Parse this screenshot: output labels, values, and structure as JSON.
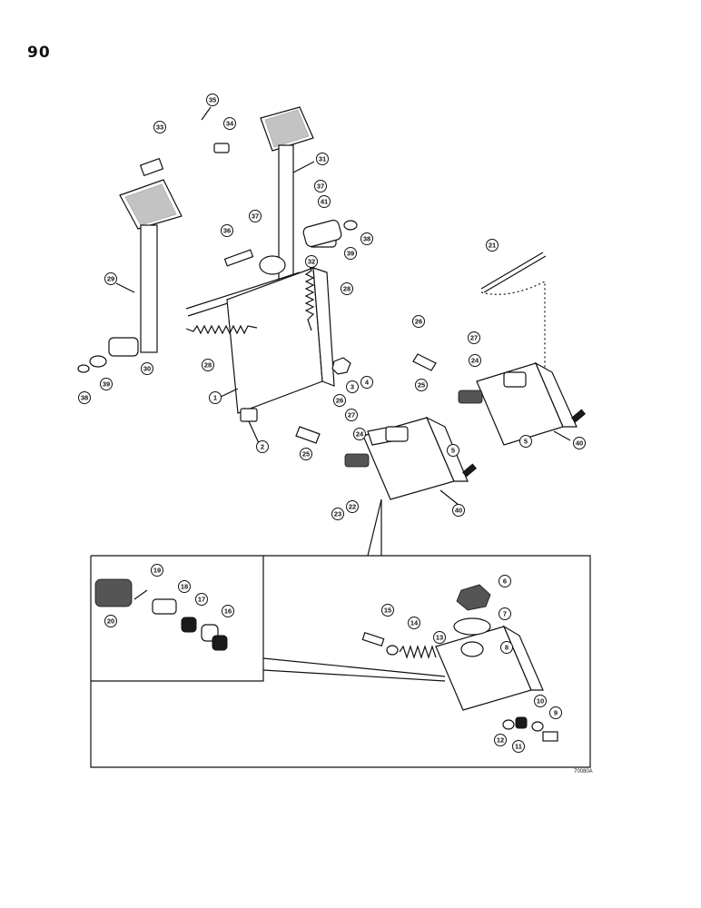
{
  "page_number": "90",
  "figure_code": "70080A",
  "callouts": {
    "c1": "1",
    "c2": "2",
    "c3": "3",
    "c4": "4",
    "c5a": "5",
    "c5b": "5",
    "c6": "6",
    "c7": "7",
    "c8": "8",
    "c9": "9",
    "c10": "10",
    "c11": "11",
    "c12": "12",
    "c13": "13",
    "c14": "14",
    "c15": "15",
    "c16": "16",
    "c17": "17",
    "c18": "18",
    "c19": "19",
    "c20": "20",
    "c21": "21",
    "c22": "22",
    "c23": "23",
    "c24a": "24",
    "c24b": "24",
    "c25a": "25",
    "c25b": "25",
    "c26a": "26",
    "c26b": "26",
    "c27a": "27",
    "c27b": "27",
    "c28a": "28",
    "c28b": "28",
    "c29": "29",
    "c30": "30",
    "c31": "31",
    "c32": "32",
    "c33": "33",
    "c34": "34",
    "c35": "35",
    "c36": "36",
    "c37a": "37",
    "c37b": "37",
    "c38a": "38",
    "c38b": "38",
    "c39a": "39",
    "c39b": "39",
    "c40a": "40",
    "c40b": "40",
    "c41": "41"
  }
}
